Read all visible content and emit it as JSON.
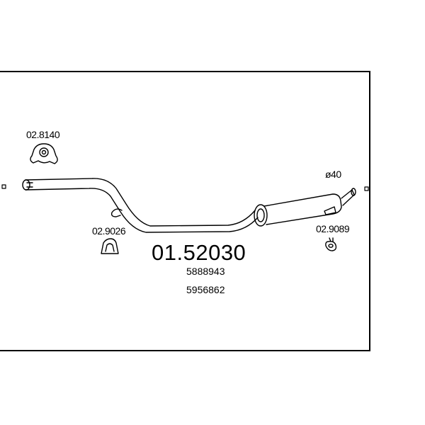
{
  "diagram": {
    "main_part_number": "01.52030",
    "oe_numbers": [
      "5888943",
      "5956862"
    ],
    "diameter_label": "ø40",
    "parts": [
      {
        "ref": "02.8140",
        "component": "mounting rubber (triple lug)"
      },
      {
        "ref": "02.9026",
        "component": "rubber hanger"
      },
      {
        "ref": "02.9089",
        "component": "rubber ring"
      }
    ],
    "colors": {
      "line": "#000000",
      "background": "#ffffff"
    }
  }
}
